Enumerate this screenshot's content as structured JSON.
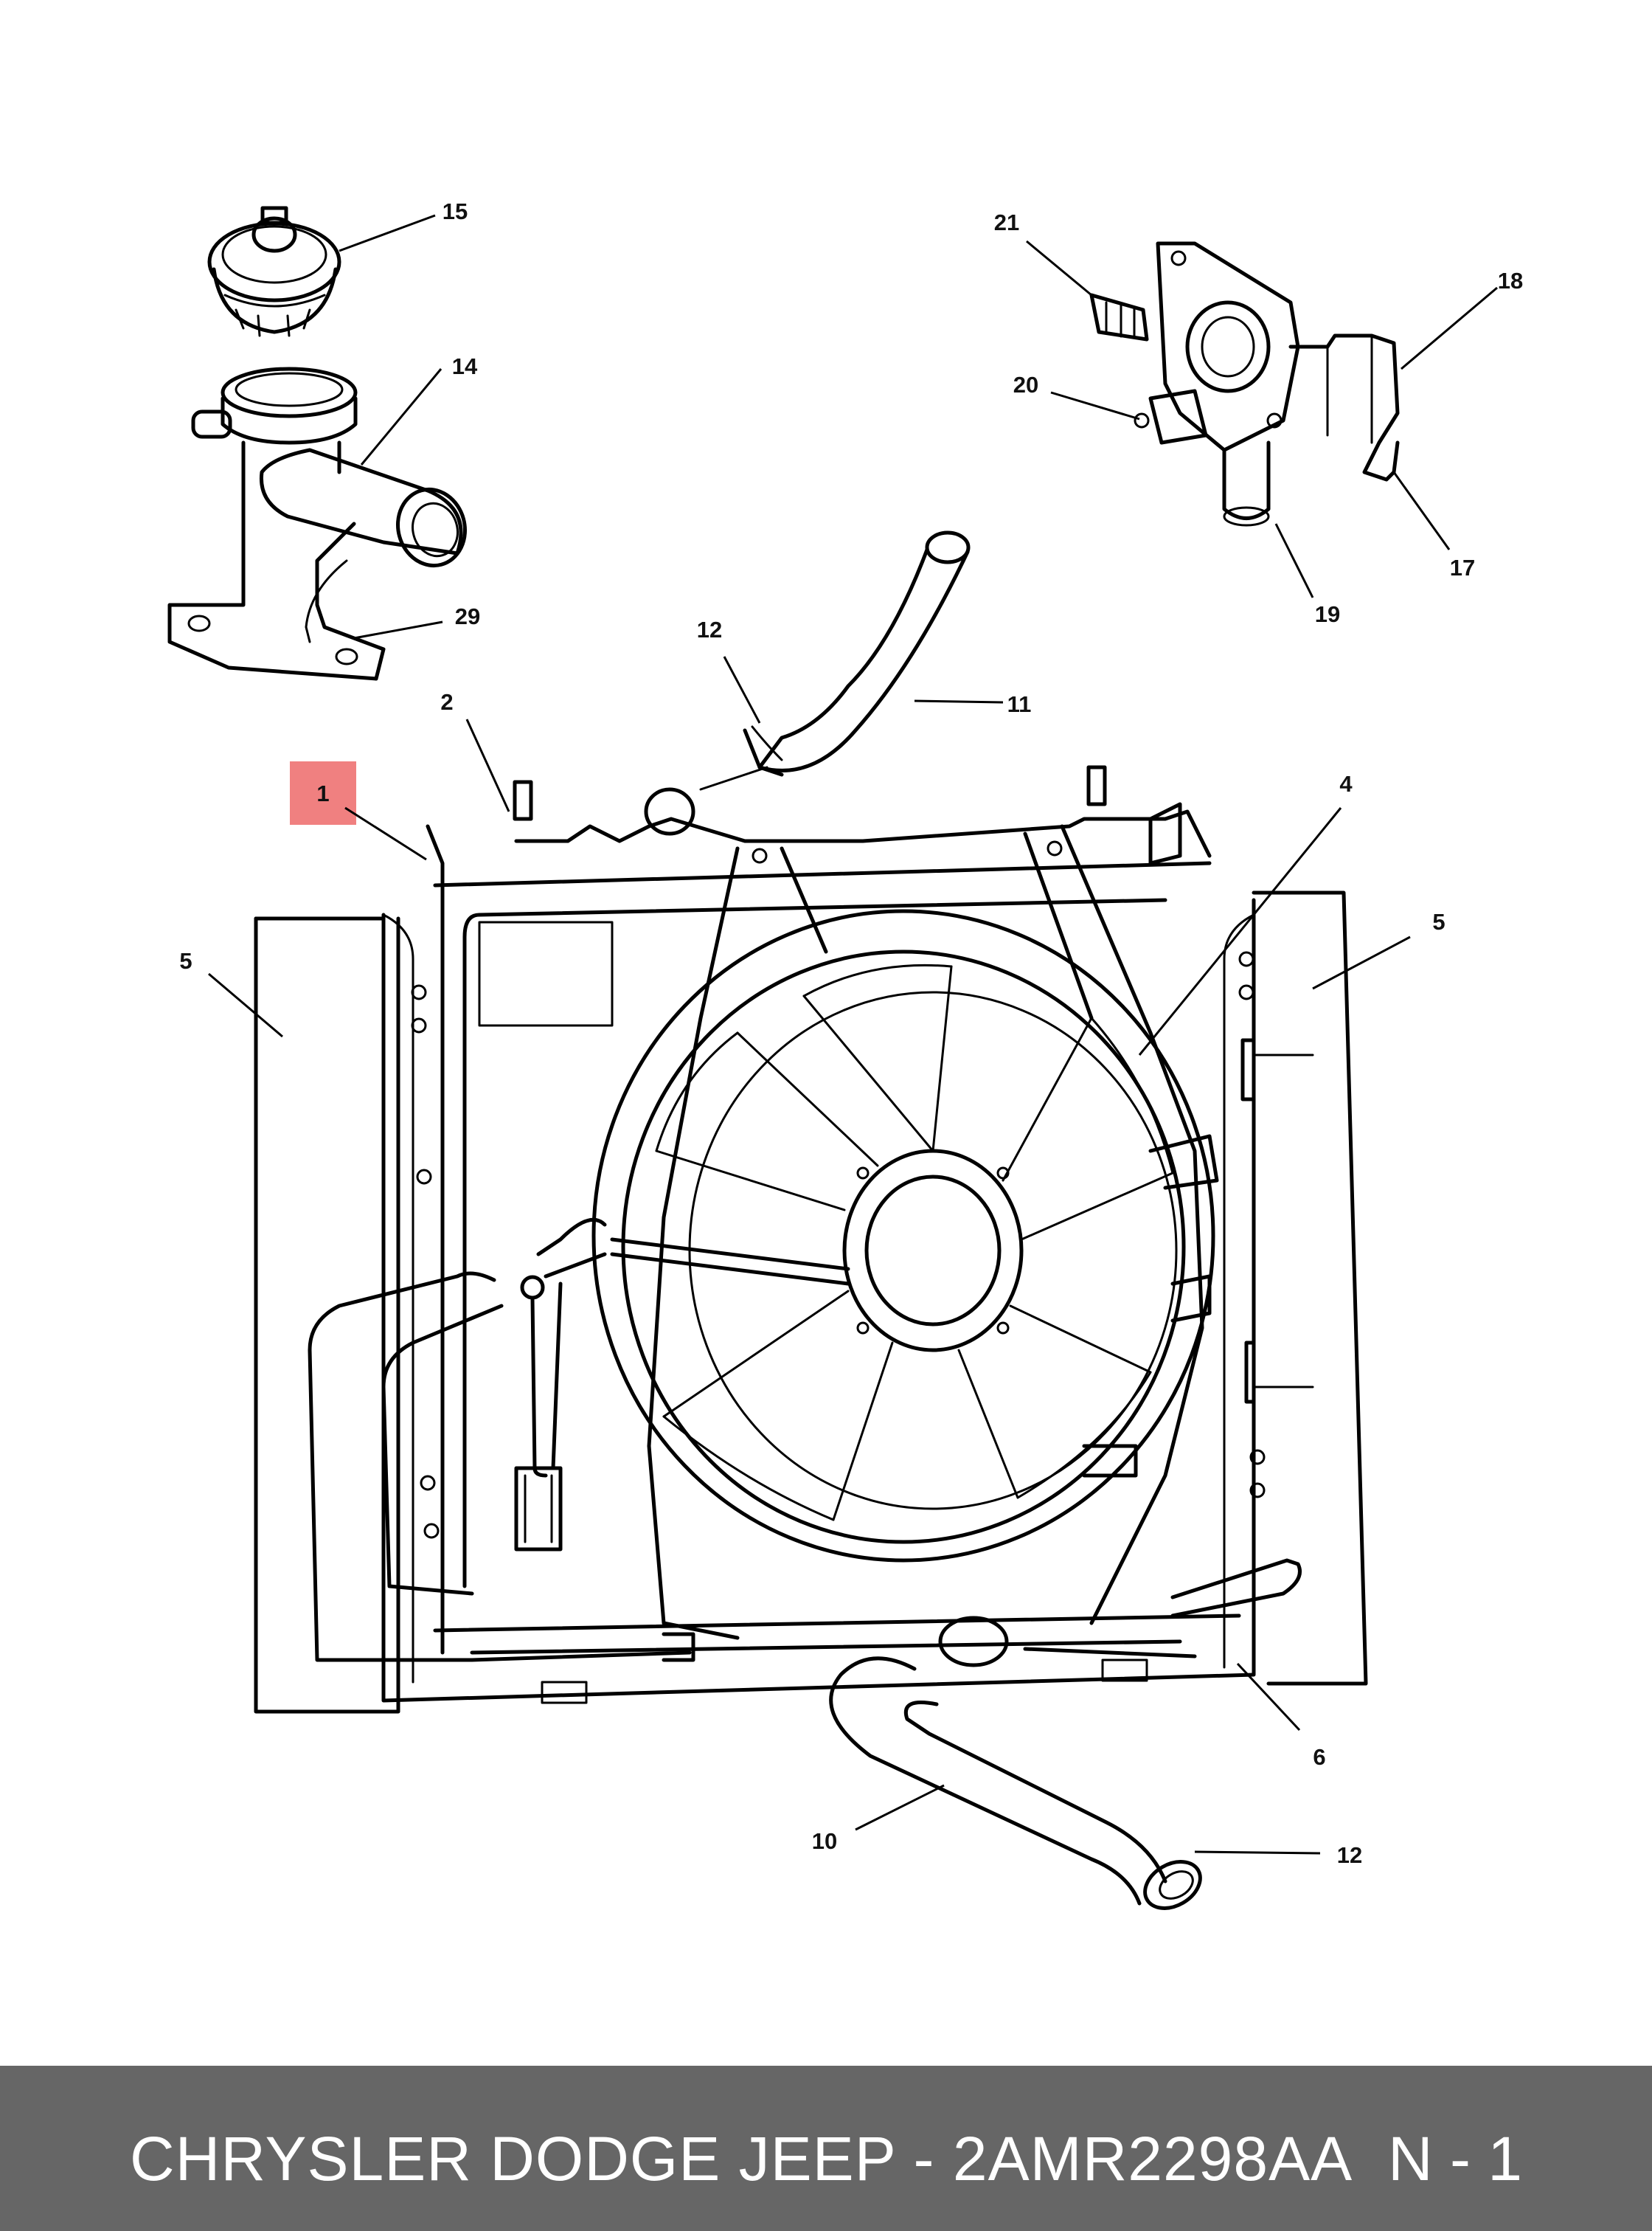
{
  "diagram": {
    "highlight_color": "#f08080",
    "callouts": {
      "c1": "1",
      "c2": "2",
      "c4": "4",
      "c5a": "5",
      "c5b": "5",
      "c6": "6",
      "c10": "10",
      "c11": "11",
      "c12a": "12",
      "c12b": "12",
      "c14": "14",
      "c15": "15",
      "c17": "17",
      "c18": "18",
      "c19": "19",
      "c20": "20",
      "c21": "21",
      "c29": "29"
    }
  },
  "footer": {
    "background": "#666666",
    "part_label": "CHRYSLER DODGE JEEP - 2AMR2298AA",
    "page_label": "N - 1"
  }
}
